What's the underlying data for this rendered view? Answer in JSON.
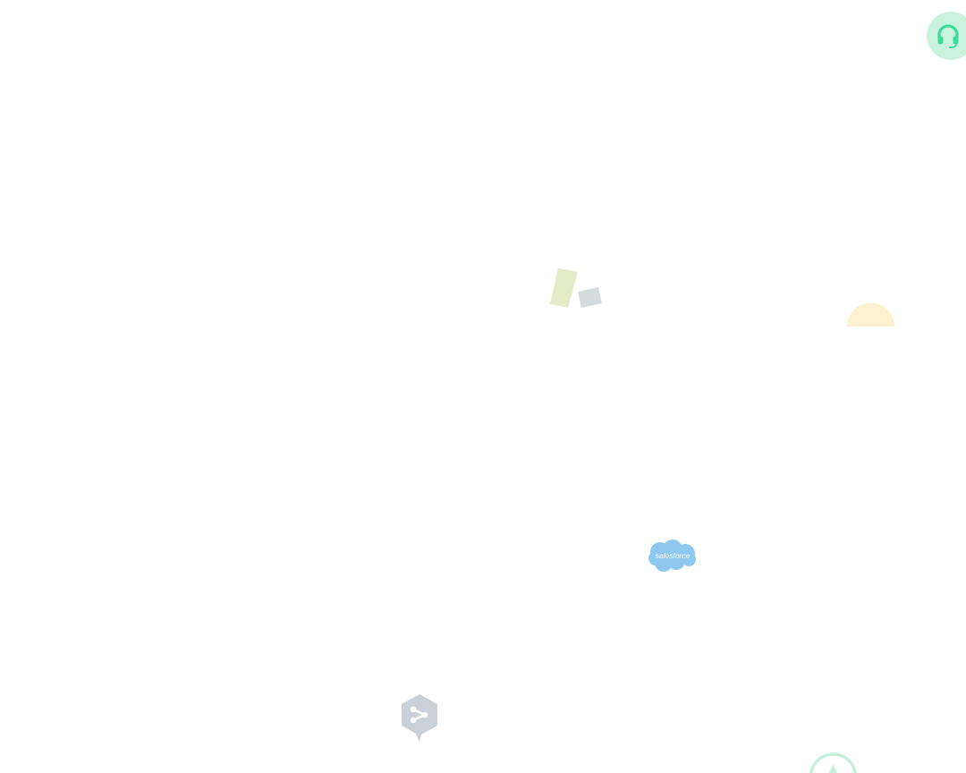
{
  "support_button": {
    "icon": "headset-icon",
    "color": "#3ddc97",
    "background": "#c9f3dc"
  },
  "floating_logos": [
    {
      "name": "bars-logo",
      "colors": [
        "#e3ecc6",
        "#d3dcdc"
      ]
    },
    {
      "name": "dome-logo",
      "color": "#fdf2cf"
    },
    {
      "name": "salesforce-logo",
      "text": "salesforce",
      "color": "#8fc8ef"
    },
    {
      "name": "deepl-logo",
      "color": "#c9d0d8"
    },
    {
      "name": "ring-logo",
      "color": "#c6efdc"
    }
  ]
}
